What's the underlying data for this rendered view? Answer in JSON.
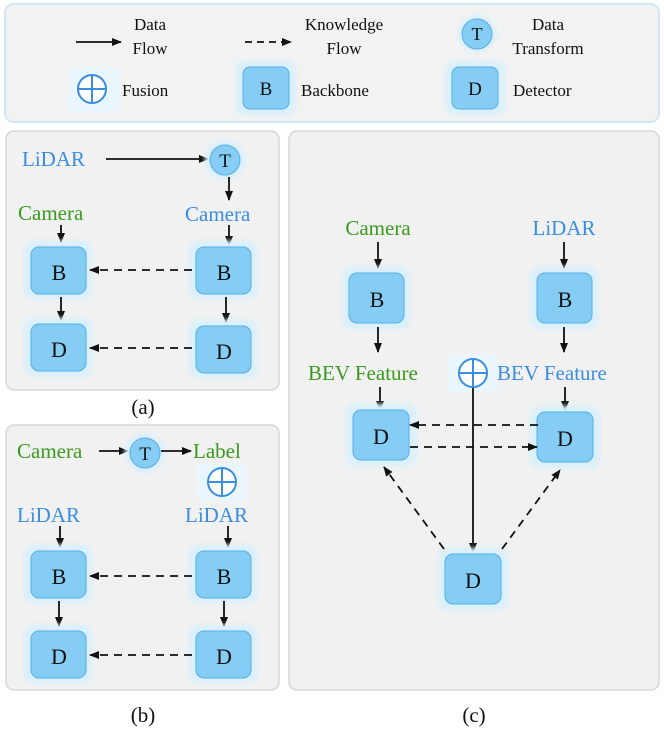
{
  "colors": {
    "camera": "#3a9a1f",
    "lidar": "#3a8de0",
    "box_fill": "#86cdf5",
    "box_stroke": "#55aee6",
    "panel_fill": "#f1f1f1",
    "panel_stroke": "#d8d8d8",
    "legend_stroke": "#cfe8f6",
    "arrow": "#111111"
  },
  "legend": {
    "data_flow": [
      "Data",
      "Flow"
    ],
    "knowledge_flow": [
      "Knowledge",
      "Flow"
    ],
    "data_transform_symbol": "T",
    "data_transform": [
      "Data",
      "Transform"
    ],
    "fusion": "Fusion",
    "fusion_icon": "circle-plus-icon",
    "backbone_symbol": "B",
    "backbone": "Backbone",
    "detector_symbol": "D",
    "detector": "Detector"
  },
  "panel_a": {
    "caption": "(a)",
    "lidar": "LiDAR",
    "transform": "T",
    "camera_left": "Camera",
    "camera_right": "Camera",
    "backbone": "B",
    "detector": "D"
  },
  "panel_b": {
    "caption": "(b)",
    "camera": "Camera",
    "transform": "T",
    "label": "Label",
    "lidar_left": "LiDAR",
    "lidar_right": "LiDAR",
    "backbone": "B",
    "detector": "D"
  },
  "panel_c": {
    "caption": "(c)",
    "camera": "Camera",
    "lidar": "LiDAR",
    "backbone": "B",
    "bev_camera": "BEV Feature",
    "bev_lidar": "BEV Feature",
    "detector": "D"
  }
}
